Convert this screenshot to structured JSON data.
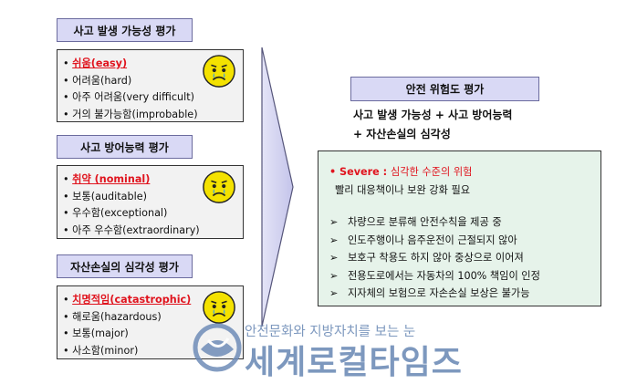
{
  "section1": {
    "title": "사고 발생 가능성 평가",
    "items": [
      "쉬움(easy)",
      "어려움(hard)",
      "아주 어려움(very  difficult)",
      "거의 불가능함(improbable)"
    ]
  },
  "section2": {
    "title": "사고 방어능력 평가",
    "items": [
      "취약 (nominal)",
      "보통(auditable)",
      "우수함(exceptional)",
      "아주 우수함(extraordinary)"
    ]
  },
  "section3": {
    "title": "자산손실의 심각성 평가",
    "items": [
      "치명적임(catastrophic)",
      "해로움(hazardous)",
      "보통(major)",
      "사소함(minor)"
    ]
  },
  "result": {
    "title": "안전 위험도 평가",
    "formula_line1": "사고 발생 가능성 + 사고 방어능력",
    "formula_line2": "+ 자산손실의 심각성",
    "severity_label": "Severe : ",
    "severity_desc": "심각한 수준의 위험",
    "severity_action": "빨리 대응책이나 보완 강화 필요",
    "bullets": [
      "차량으로 분류해 안전수칙을 제공 중",
      "인도주행이나 음주운전이 근절되지 않아",
      "보호구 착용도 하지 않아 중상으로 이어져",
      "전용도로에서는 자동차의 100% 책임이 인정",
      "지자체의 보험으로 자손손실 보상은 불가능"
    ]
  },
  "watermark": {
    "tagline": "안전문화와 지방자치를 보는 눈",
    "brand": "세계로컬타임즈"
  },
  "colors": {
    "header_bg": "#d9d9f5",
    "highlight": "#e0141e",
    "result_bg": "#e6f3ea",
    "face": "#f4e200",
    "watermark": "#6f8db8"
  },
  "icons": [
    "crying-face-icon",
    "arrow-right-icon",
    "bullet-arrow-icon"
  ]
}
